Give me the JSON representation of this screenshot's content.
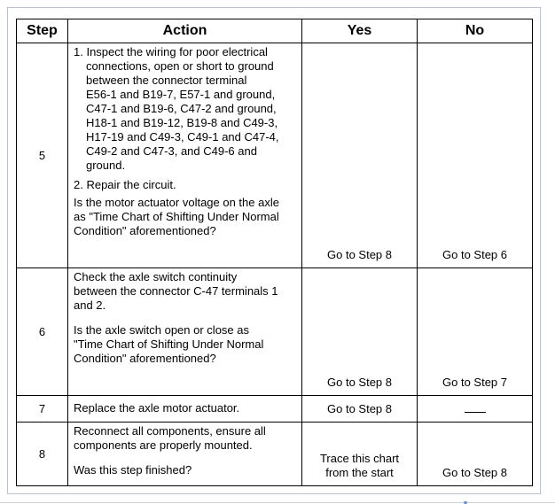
{
  "headers": {
    "step": "Step",
    "action": "Action",
    "yes": "Yes",
    "no": "No"
  },
  "rows": [
    {
      "step": "5",
      "action_lines": [
        "1. Inspect the wiring for poor electrical",
        "connections, open or short to ground",
        "between the connector terminal",
        "E56-1 and B19-7, E57-1 and ground,",
        "C47-1 and B19-6, C47-2 and ground,",
        "H18-1 and B19-12, B19-8 and C49-3,",
        "H17-19 and C49-3, C49-1 and C47-4,",
        "C49-2 and C47-3, and C49-6 and",
        "ground.",
        "2. Repair the circuit.",
        "Is the motor actuator voltage on the axle",
        "as \"Time Chart of Shifting Under Normal",
        "Condition\" aforementioned?"
      ],
      "yes": "Go to Step 8",
      "no": "Go to Step 6"
    },
    {
      "step": "6",
      "action_lines": [
        "Check the axle switch continuity",
        "between the connector C-47 terminals 1",
        "and 2.",
        "Is the axle switch open or close as",
        "\"Time Chart of Shifting Under Normal",
        "Condition\" aforementioned?"
      ],
      "yes": "Go to Step 8",
      "no": "Go to Step 7"
    },
    {
      "step": "7",
      "action_lines": [
        "Replace the axle motor actuator."
      ],
      "yes": "Go to Step 8",
      "no": "—"
    },
    {
      "step": "8",
      "action_lines": [
        "Reconnect all components, ensure all",
        "components are properly mounted.",
        "Was this step finished?"
      ],
      "yes_lines": [
        "Trace this chart",
        "from the start"
      ],
      "no": "Go to Step 8"
    }
  ]
}
